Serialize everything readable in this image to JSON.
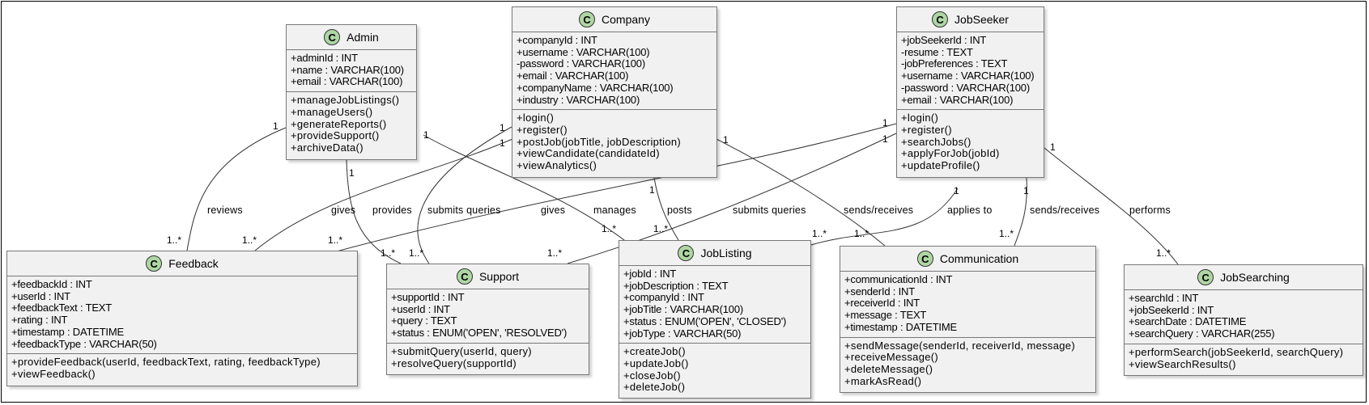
{
  "classes": {
    "admin": {
      "stereotype": "C",
      "name": "Admin",
      "attributes": [
        "+adminId : INT",
        "+name : VARCHAR(100)",
        "+email : VARCHAR(100)"
      ],
      "operations": [
        "+manageJobListings()",
        "+manageUsers()",
        "+generateReports()",
        "+provideSupport()",
        "+archiveData()"
      ]
    },
    "company": {
      "stereotype": "C",
      "name": "Company",
      "attributes": [
        "+companyId : INT",
        "+username : VARCHAR(100)",
        "-password : VARCHAR(100)",
        "+email : VARCHAR(100)",
        "+companyName : VARCHAR(100)",
        "+industry : VARCHAR(100)"
      ],
      "operations": [
        "+login()",
        "+register()",
        "+postJob(jobTitle, jobDescription)",
        "+viewCandidate(candidateId)",
        "+viewAnalytics()"
      ]
    },
    "jobseeker": {
      "stereotype": "C",
      "name": "JobSeeker",
      "attributes": [
        "+jobSeekerId : INT",
        "-resume : TEXT",
        "-jobPreferences : TEXT",
        "+username : VARCHAR(100)",
        "-password : VARCHAR(100)",
        "+email : VARCHAR(100)"
      ],
      "operations": [
        "+login()",
        "+register()",
        "+searchJobs()",
        "+applyForJob(jobId)",
        "+updateProfile()"
      ]
    },
    "feedback": {
      "stereotype": "C",
      "name": "Feedback",
      "attributes": [
        "+feedbackId : INT",
        "+userId : INT",
        "+feedbackText : TEXT",
        "+rating : INT",
        "+timestamp : DATETIME",
        "+feedbackType : VARCHAR(50)"
      ],
      "operations": [
        "+provideFeedback(userId, feedbackText, rating, feedbackType)",
        "+viewFeedback()"
      ]
    },
    "support": {
      "stereotype": "C",
      "name": "Support",
      "attributes": [
        "+supportId : INT",
        "+userId : INT",
        "+query : TEXT",
        "+status : ENUM('OPEN', 'RESOLVED')"
      ],
      "operations": [
        "+submitQuery(userId, query)",
        "+resolveQuery(supportId)"
      ]
    },
    "joblisting": {
      "stereotype": "C",
      "name": "JobListing",
      "attributes": [
        "+jobId : INT",
        "+jobDescription : TEXT",
        "+companyId : INT",
        "+jobTitle : VARCHAR(100)",
        "+status : ENUM('OPEN', 'CLOSED')",
        "+jobType : VARCHAR(50)"
      ],
      "operations": [
        "+createJob()",
        "+updateJob()",
        "+closeJob()",
        "+deleteJob()"
      ]
    },
    "communication": {
      "stereotype": "C",
      "name": "Communication",
      "attributes": [
        "+communicationId : INT",
        "+senderId : INT",
        "+receiverId : INT",
        "+message : TEXT",
        "+timestamp : DATETIME"
      ],
      "operations": [
        "+sendMessage(senderId, receiverId, message)",
        "+receiveMessage()",
        "+deleteMessage()",
        "+markAsRead()"
      ]
    },
    "jobsearching": {
      "stereotype": "C",
      "name": "JobSearching",
      "attributes": [
        "+searchId : INT",
        "+jobSeekerId : INT",
        "+searchDate : DATETIME",
        "+searchQuery : VARCHAR(255)"
      ],
      "operations": [
        "+performSearch(jobSeekerId, searchQuery)",
        "+viewSearchResults()"
      ]
    }
  },
  "associations": [
    {
      "key": "admin-feedback",
      "label": "reviews",
      "from_mult": "1",
      "to_mult": "1..*"
    },
    {
      "key": "admin-support",
      "label": "provides",
      "from_mult": "1",
      "to_mult": "1..*"
    },
    {
      "key": "admin-joblisting",
      "label": "manages",
      "from_mult": "1",
      "to_mult": "1..*"
    },
    {
      "key": "company-feedback",
      "label": "gives",
      "from_mult": "1",
      "to_mult": "1..*"
    },
    {
      "key": "company-support",
      "label": "submits queries",
      "from_mult": "1",
      "to_mult": "1..*"
    },
    {
      "key": "company-joblisting",
      "label": "posts",
      "from_mult": "1",
      "to_mult": "1..*"
    },
    {
      "key": "company-communication",
      "label": "sends/receives",
      "from_mult": "1",
      "to_mult": "1..*"
    },
    {
      "key": "jobseeker-feedback",
      "label": "gives",
      "from_mult": "1",
      "to_mult": "1..*"
    },
    {
      "key": "jobseeker-support",
      "label": "submits queries",
      "from_mult": "1",
      "to_mult": "1..*"
    },
    {
      "key": "jobseeker-joblisting",
      "label": "applies to",
      "from_mult": "1",
      "to_mult": "1..*"
    },
    {
      "key": "jobseeker-communication",
      "label": "sends/receives",
      "from_mult": "1",
      "to_mult": "1..*"
    },
    {
      "key": "jobseeker-jobsearching",
      "label": "performs",
      "from_mult": "1",
      "to_mult": "1..*"
    }
  ]
}
